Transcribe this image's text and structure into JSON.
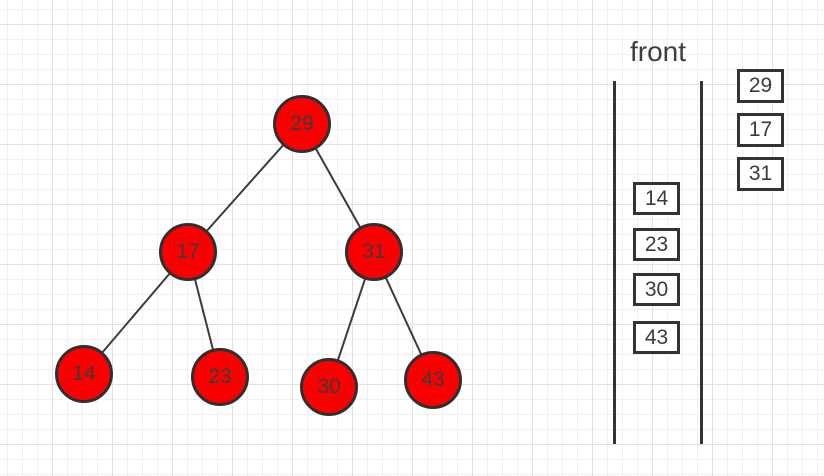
{
  "colors": {
    "node_fill": "#fb0000",
    "node_outline": "#2f2f2f",
    "line": "#333333",
    "text": "#3b3b3b",
    "grid_minor": "#efefef",
    "grid_major": "#e1e1e1"
  },
  "tree": {
    "nodes": [
      {
        "label": "29"
      },
      {
        "label": "17"
      },
      {
        "label": "31"
      },
      {
        "label": "14"
      },
      {
        "label": "23"
      },
      {
        "label": "30"
      },
      {
        "label": "43"
      }
    ],
    "edges": [
      {
        "from": "29",
        "to": "17"
      },
      {
        "from": "29",
        "to": "31"
      },
      {
        "from": "17",
        "to": "14"
      },
      {
        "from": "17",
        "to": "23"
      },
      {
        "from": "31",
        "to": "30"
      },
      {
        "from": "31",
        "to": "43"
      }
    ]
  },
  "queue": {
    "front_label": "front",
    "items": [
      {
        "label": "14"
      },
      {
        "label": "23"
      },
      {
        "label": "30"
      },
      {
        "label": "43"
      }
    ]
  },
  "dequeued": {
    "items": [
      {
        "label": "29"
      },
      {
        "label": "17"
      },
      {
        "label": "31"
      }
    ]
  }
}
